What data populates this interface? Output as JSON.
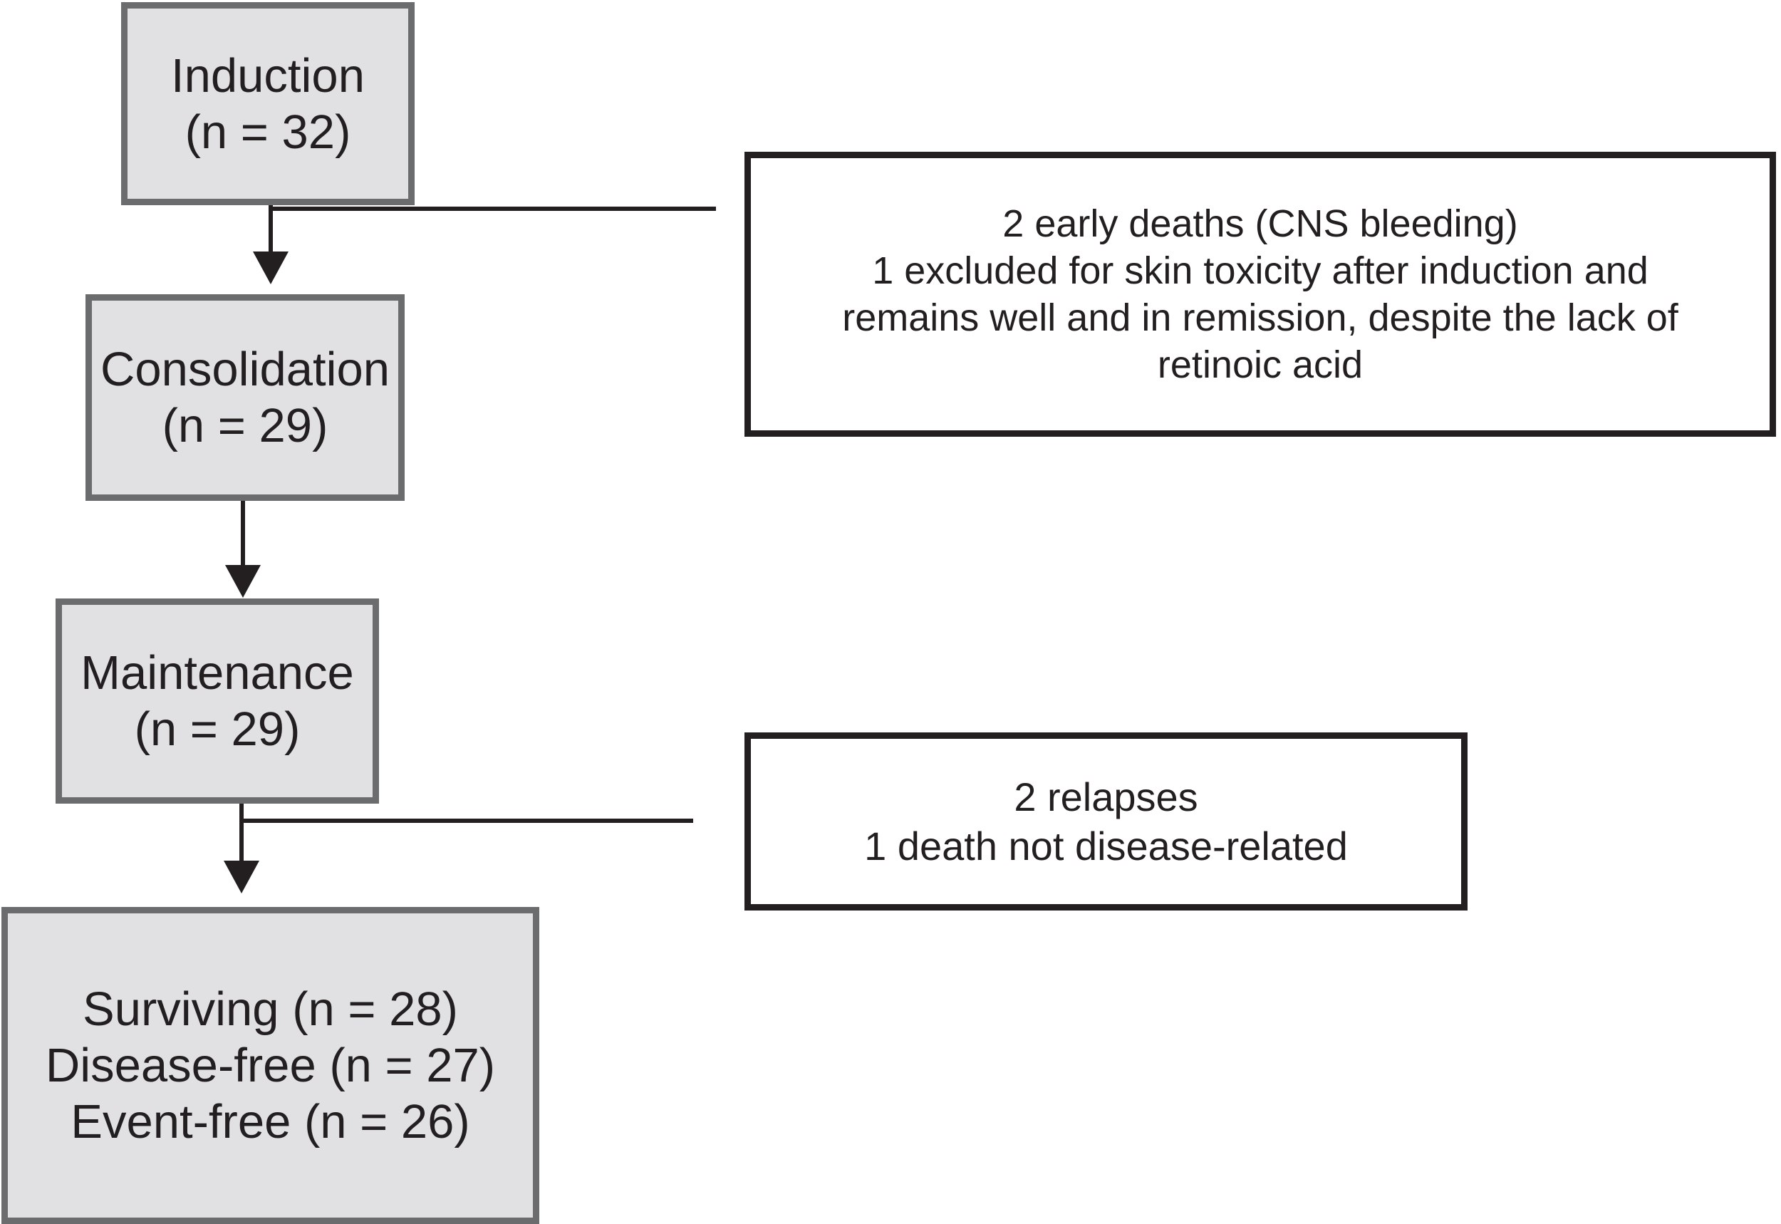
{
  "diagram": {
    "flow_boxes": {
      "induction": {
        "lines": [
          "Induction",
          "(n = 32)"
        ]
      },
      "consolidation": {
        "lines": [
          "Consolidation",
          "(n = 29)"
        ]
      },
      "maintenance": {
        "lines": [
          "Maintenance",
          "(n = 29)"
        ]
      },
      "outcome": {
        "lines": [
          "Surviving (n = 28)",
          "Disease-free (n = 27)",
          "Event-free (n = 26)"
        ]
      }
    },
    "annotation_boxes": {
      "induction_events": {
        "lines": [
          "2 early deaths (CNS bleeding)",
          "1 excluded for skin toxicity after induction and",
          "remains well and in remission, despite the lack of",
          "retinoic acid"
        ]
      },
      "maintenance_events": {
        "lines": [
          "2 relapses",
          "1 death not disease-related"
        ]
      }
    },
    "colors": {
      "flow_box_fill": "#e1e1e3",
      "flow_box_border": "#6b6c6e",
      "annotation_border": "#231f20",
      "text": "#231f20",
      "line": "#231f20",
      "background": "#ffffff"
    }
  }
}
